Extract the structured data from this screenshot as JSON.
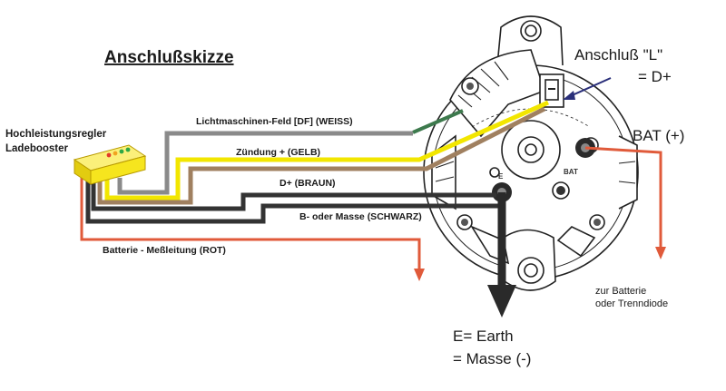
{
  "title": "Anschlußskizze",
  "regulator": {
    "line1": "Hochleistungsregler",
    "line2": "Ladebooster"
  },
  "wires": {
    "field": "Lichtmaschinen-Feld [DF] (WEISS)",
    "ignition": "Zündung + (GELB)",
    "dplus": "D+ (BRAUN)",
    "ground": "B- oder Masse (SCHWARZ)",
    "sense": "Batterie - Meßleitung (ROT)"
  },
  "terminals": {
    "l_line1": "Anschluß \"L\"",
    "l_line2": "= D+",
    "bat": "BAT (+)",
    "bat_note1": "zur Batterie",
    "bat_note2": "oder Trenndiode",
    "earth1": "E= Earth",
    "earth2": "= Masse (-)",
    "marker_bat": "BAT",
    "marker_e": "E"
  },
  "colors": {
    "white_wire": "#8a8a8a",
    "yellow_wire": "#f2e600",
    "brown_wire": "#a08060",
    "black_wire": "#333333",
    "red_wire": "#e05a3a",
    "green_wire": "#3d7a4d",
    "blue_arrow": "#2a2f7a",
    "regulator": "#f6e51e"
  }
}
